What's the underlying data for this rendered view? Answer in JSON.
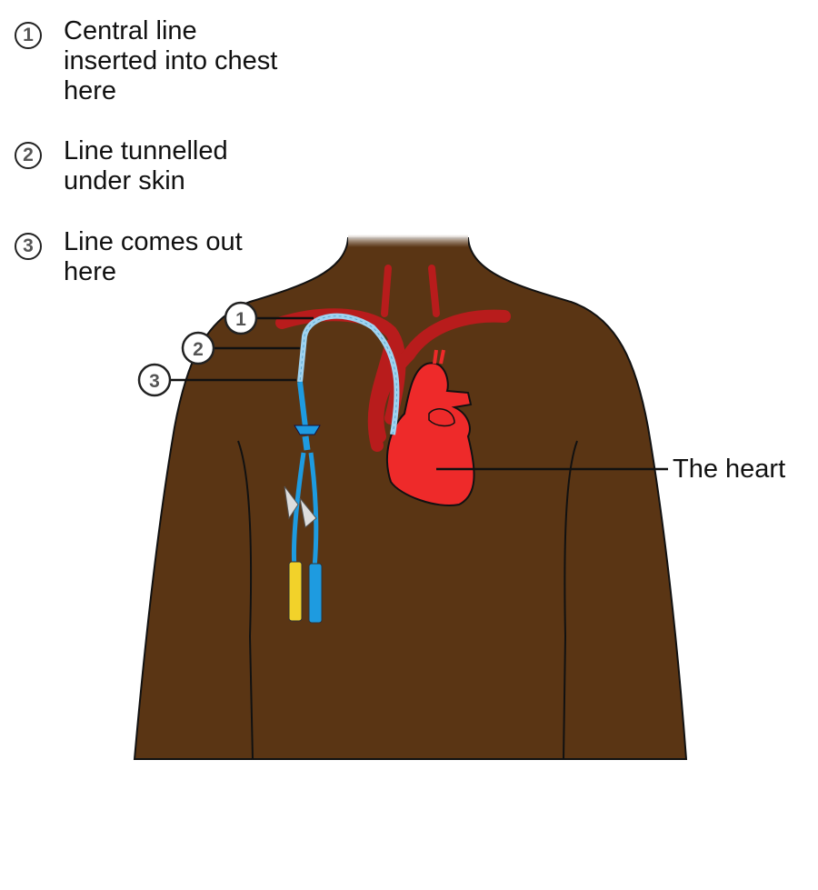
{
  "legend": [
    {
      "number": "1",
      "text": "Central line inserted into chest here"
    },
    {
      "number": "2",
      "text": "Line tunnelled under skin"
    },
    {
      "number": "3",
      "text": "Line comes out here"
    }
  ],
  "callouts": [
    "1",
    "2",
    "3"
  ],
  "heart_label": "The heart",
  "colors": {
    "skin": "#5a3514",
    "vessel": "#b81c1c",
    "heart": "#ee2a2a",
    "catheter": "#1e9be0",
    "catheter_inner": "#9fd3f0",
    "clamp_yellow": "#f2d22a"
  }
}
